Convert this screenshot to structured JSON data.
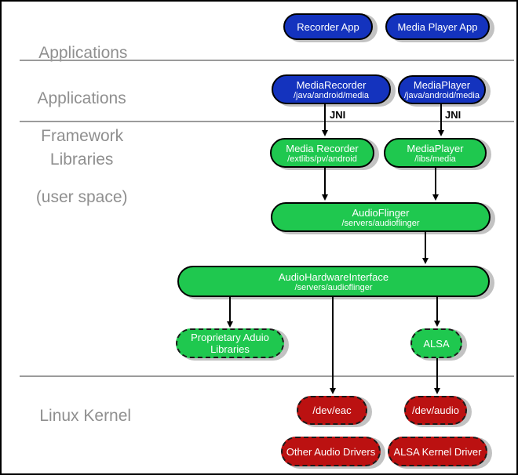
{
  "layers": {
    "applications": {
      "label": "Applications"
    },
    "framework": {
      "label_line1": "Applications",
      "label_line2": "Framework"
    },
    "libraries": {
      "label_line1": "Libraries",
      "label_line2": "(user space)"
    },
    "kernel": {
      "label": "Linux Kernel"
    }
  },
  "nodes": {
    "recorder_app": {
      "title": "Recorder App"
    },
    "media_player_app": {
      "title": "Media Player App"
    },
    "media_recorder_fw": {
      "title": "MediaRecorder",
      "subtitle": "/java/android/media"
    },
    "media_player_fw": {
      "title": "MediaPlayer",
      "subtitle": "/java/android/media"
    },
    "media_recorder_lib": {
      "title": "Media Recorder",
      "subtitle": "/extlibs/pv/android"
    },
    "media_player_lib": {
      "title": "MediaPlayer",
      "subtitle": "/libs/media"
    },
    "audio_flinger": {
      "title": "AudioFlinger",
      "subtitle": "/servers/audioflinger"
    },
    "audio_hardware_interface": {
      "title": "AudioHardwareInterface",
      "subtitle": "/servers/audioflinger"
    },
    "proprietary_audio_libs": {
      "title": "Proprietary Aduio Libraries"
    },
    "alsa": {
      "title": "ALSA"
    },
    "dev_eac": {
      "title": "/dev/eac"
    },
    "dev_audio": {
      "title": "/dev/audio"
    },
    "other_audio_drivers": {
      "title": "Other Audio Drivers"
    },
    "alsa_kernel_driver": {
      "title": "ALSA Kernel Driver"
    }
  },
  "labels": {
    "jni": "JNI"
  },
  "edges": [
    {
      "from": "media_recorder_fw",
      "to": "media_recorder_lib",
      "label": "JNI"
    },
    {
      "from": "media_player_fw",
      "to": "media_player_lib",
      "label": "JNI"
    },
    {
      "from": "media_recorder_lib",
      "to": "audio_flinger",
      "label": ""
    },
    {
      "from": "media_player_lib",
      "to": "audio_flinger",
      "label": ""
    },
    {
      "from": "audio_flinger",
      "to": "audio_hardware_interface",
      "label": ""
    },
    {
      "from": "audio_hardware_interface",
      "to": "proprietary_audio_libs",
      "label": ""
    },
    {
      "from": "audio_hardware_interface",
      "to": "dev_eac",
      "label": ""
    },
    {
      "from": "audio_hardware_interface",
      "to": "alsa",
      "label": ""
    },
    {
      "from": "alsa",
      "to": "dev_audio",
      "label": ""
    }
  ],
  "colors": {
    "app_blue": "#1433be",
    "lib_green": "#1fc84f",
    "kernel_red": "#bb1111",
    "shadow_gray": "#c2c2c2",
    "label_gray": "#8f8f8f",
    "divider_gray": "#9b9b9b"
  }
}
